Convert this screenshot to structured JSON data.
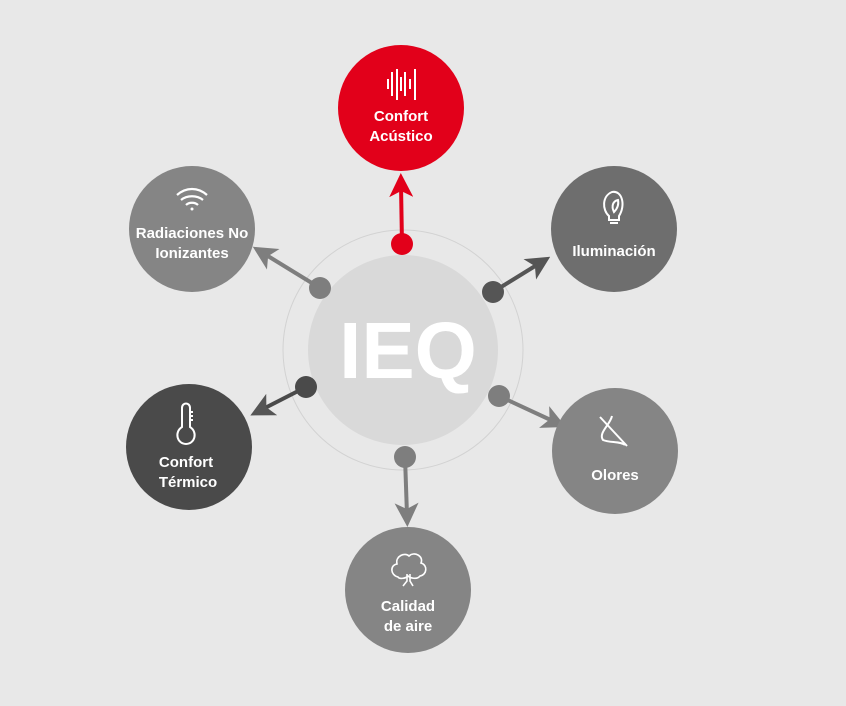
{
  "center": {
    "label": "IEQ"
  },
  "colors": {
    "accent": "#e2001a",
    "dark": "#4a4a4a",
    "mid": "#6e6e6e",
    "light": "#858585",
    "center": "#d9d9d9",
    "background": "#e8e8e8"
  },
  "nodes": [
    {
      "id": "acustico",
      "line1": "Confort",
      "line2": "Acústico",
      "icon": "sound-wave-icon"
    },
    {
      "id": "iluminacion",
      "line1": "Iluminación",
      "line2": "",
      "icon": "lightbulb-icon"
    },
    {
      "id": "olores",
      "line1": "Olores",
      "line2": "",
      "icon": "nose-icon"
    },
    {
      "id": "calidad",
      "line1": "Calidad",
      "line2": "de aire",
      "icon": "tree-icon"
    },
    {
      "id": "termico",
      "line1": "Confort",
      "line2": "Térmico",
      "icon": "thermometer-icon"
    },
    {
      "id": "radiaciones",
      "line1": "Radiaciones No",
      "line2": "Ionizantes",
      "icon": "wifi-icon"
    }
  ]
}
